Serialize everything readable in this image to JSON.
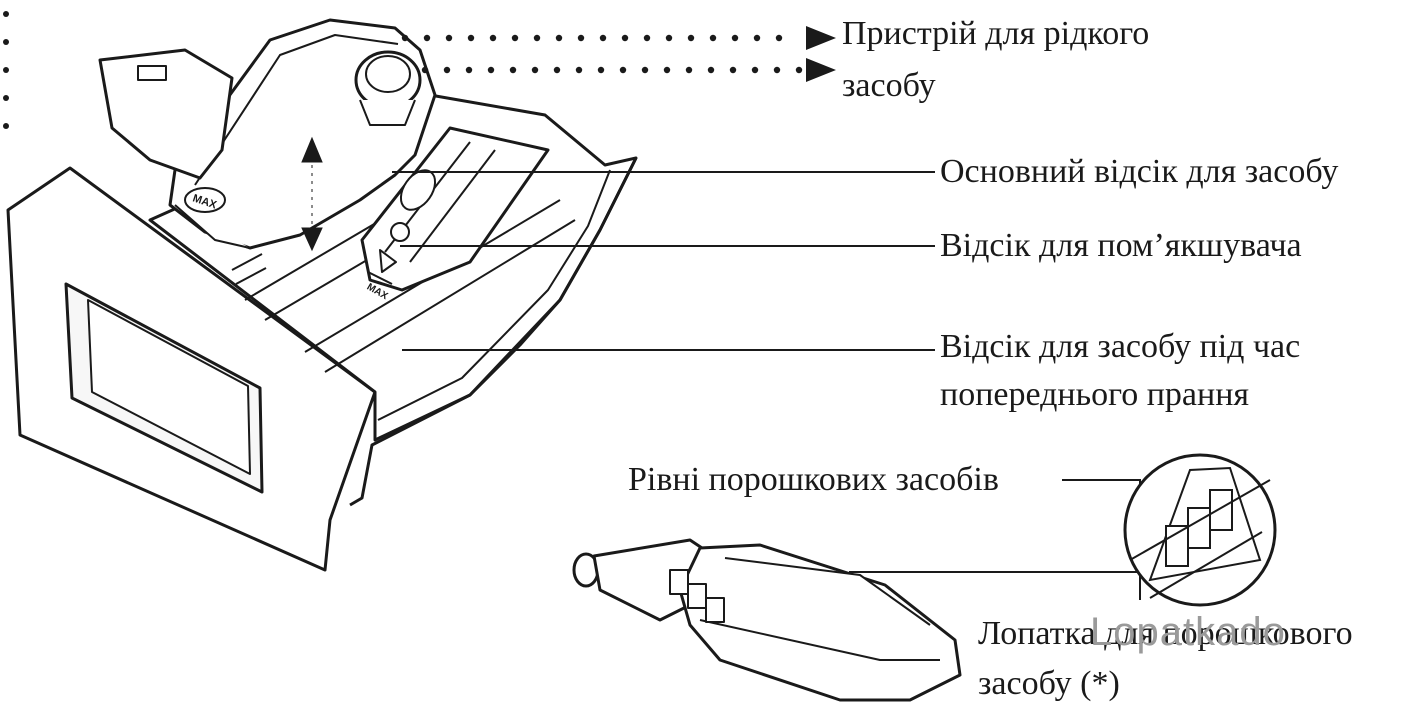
{
  "labels": {
    "liquid_device": "Пристрій для рідкого",
    "liquid_device_cont": "засобу",
    "main_compartment": "Основний відсік для засобу",
    "softener": "Відсік для пом’якшувача",
    "prewash_line1": "Відсік для засобу під час",
    "prewash_line2": "попереднього прання",
    "powder_levels": "Рівні порошкових засобів",
    "scoop_line1": "Лопатка для порошкового",
    "scoop_line2": "засобу (*)"
  },
  "markings": {
    "max_tag": "MAX",
    "max_tag2": "MAX"
  },
  "watermark": "Lopatkado",
  "colors": {
    "ink": "#1a1a1a",
    "paper": "#ffffff",
    "watermark": "#9a9a9a"
  }
}
